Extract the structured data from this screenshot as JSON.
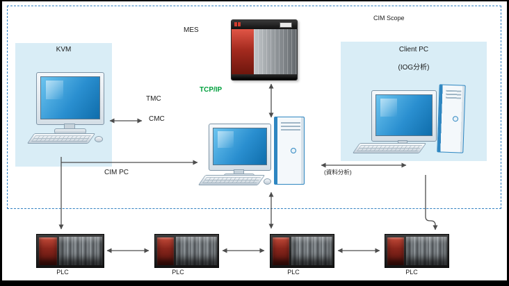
{
  "scope": {
    "label": "CIM Scope"
  },
  "nodes": {
    "mes": {
      "label": "MES"
    },
    "kvm": {
      "label": "KVM"
    },
    "client_pc": {
      "label": "Client PC",
      "sublabel": "(IOG分析)"
    },
    "cim_pc": {
      "label": "CIM PC"
    }
  },
  "links": {
    "tcpip": "TCP/IP",
    "tmc": "TMC",
    "cmc": "CMC",
    "analysis": "(資料分析)"
  },
  "plc": {
    "labels": [
      "PLC",
      "PLC",
      "PLC",
      "PLC"
    ]
  },
  "colors": {
    "scope_border": "#2f7fc1",
    "panel_bg": "#d9edf6",
    "screen_blue": "#2a8fd0",
    "tcpip_green": "#00a03c",
    "arrow": "#4d4d4d"
  }
}
